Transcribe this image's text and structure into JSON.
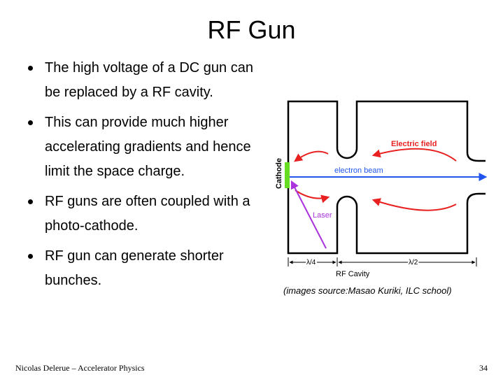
{
  "title": "RF Gun",
  "bullets": [
    {
      "text": "The high voltage of a DC gun can be replaced by a RF cavity."
    },
    {
      "text": "This can provide much higher accelerating gradients and hence limit the space charge."
    },
    {
      "text": "RF guns are often coupled with a photo-cathode."
    },
    {
      "text": "RF gun can generate shorter bunches."
    }
  ],
  "diagram": {
    "cathode_label": "Cathode",
    "electric_field_label": "Electric field",
    "electron_beam_label": "electron beam",
    "laser_label": "Laser",
    "quarter_wave_label": "λ/4",
    "half_wave_label": "λ/2",
    "cavity_label": "RF Cavity",
    "colors": {
      "cathode": "#66dd22",
      "field": "#e82020",
      "beam": "#2255ee",
      "laser": "#aa33dd",
      "wall": "#000000"
    }
  },
  "caption": "(images source:Masao Kuriki, ILC school)",
  "footer": {
    "author": "Nicolas Delerue – Accelerator Physics",
    "page_number": "34"
  }
}
